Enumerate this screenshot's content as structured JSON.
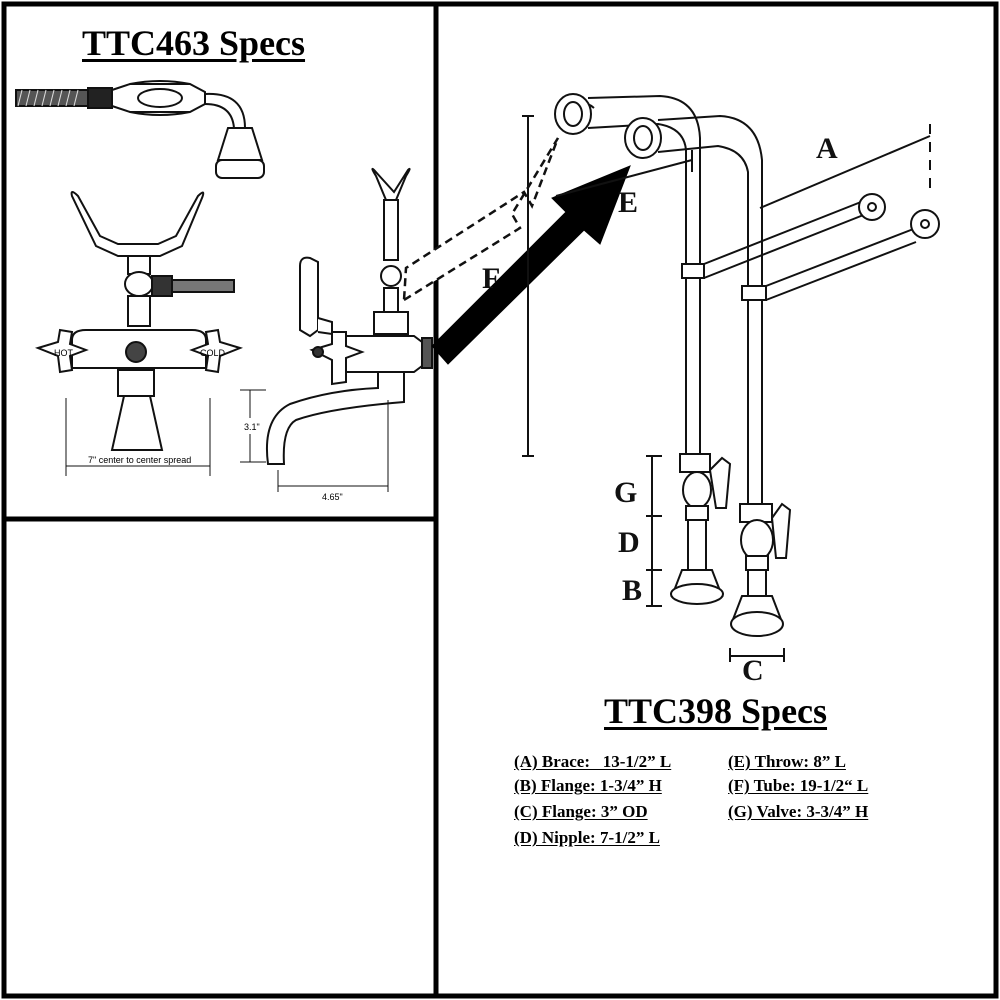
{
  "panels": {
    "left_title": "TTC463 Specs",
    "right_title": "TTC398 Specs"
  },
  "faucet_dims": {
    "spread": "7\" center to center spread",
    "height": "3.1\"",
    "reach": "4.65\"",
    "hot_label": "HOT",
    "cold_label": "COLD"
  },
  "letters": {
    "a": "A",
    "b": "B",
    "c": "C",
    "d": "D",
    "e": "E",
    "f": "F",
    "g": "G"
  },
  "specs": {
    "a": "(A) Brace:   13-1/2” L",
    "b": "(B) Flange: 1-3/4” H",
    "c": "(C) Flange: 3” OD",
    "d": "(D) Nipple: 7-1/2” L",
    "e": "(E) Throw: 8” L",
    "f": "(F) Tube: 19-1/2“ L",
    "g": "(G) Valve: 3-3/4” H"
  },
  "colors": {
    "border": "#000000",
    "line": "#111111",
    "background": "#ffffff"
  }
}
